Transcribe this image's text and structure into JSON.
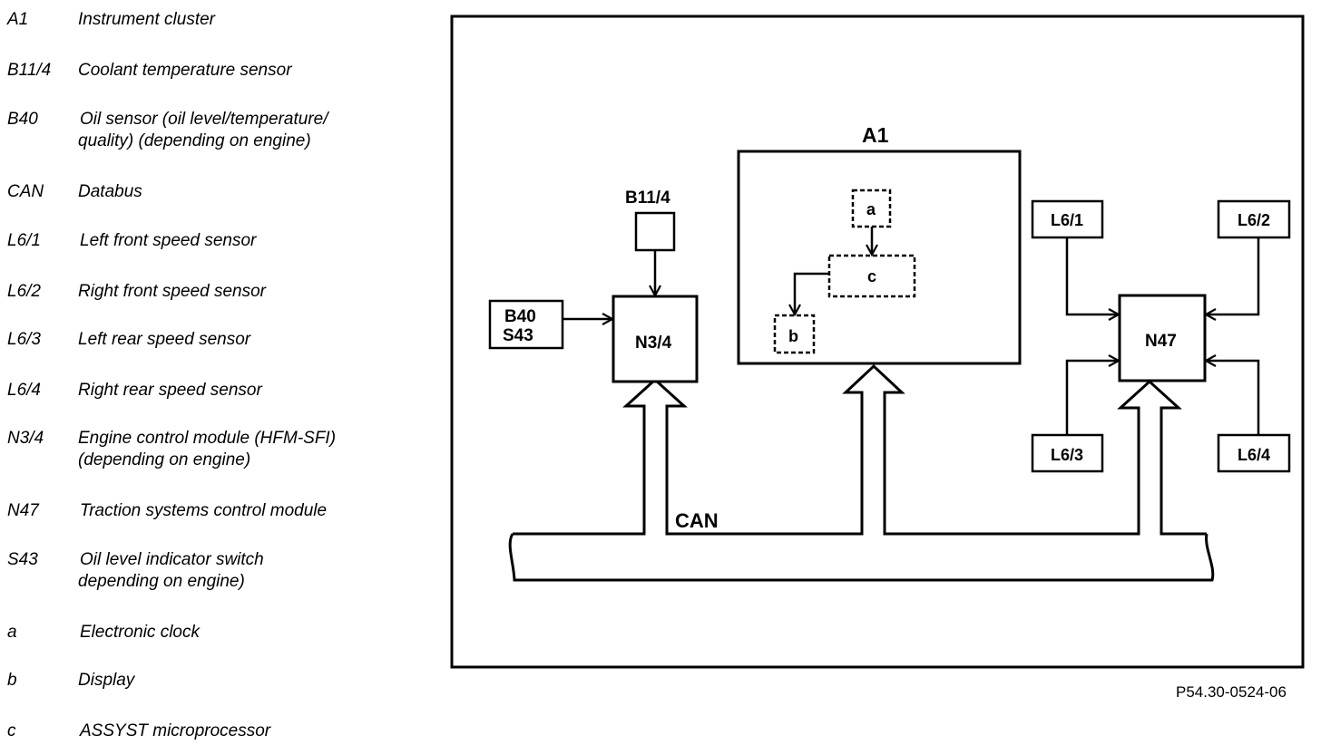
{
  "legend": [
    {
      "code": "A1",
      "description": [
        "Instrument cluster"
      ]
    },
    {
      "code": "B11/4",
      "description": [
        "Coolant temperature sensor"
      ]
    },
    {
      "code": "B40",
      "description": [
        "Oil sensor (oil level/temperature/",
        "quality) (depending on engine)"
      ]
    },
    {
      "code": "CAN",
      "description": [
        "Databus"
      ]
    },
    {
      "code": "L6/1",
      "description": [
        "Left front speed sensor"
      ]
    },
    {
      "code": "L6/2",
      "description": [
        "Right front speed sensor"
      ]
    },
    {
      "code": "L6/3",
      "description": [
        "Left rear speed sensor"
      ]
    },
    {
      "code": "L6/4",
      "description": [
        "Right rear speed sensor"
      ]
    },
    {
      "code": "N3/4",
      "description": [
        "Engine control module (HFM-SFI)",
        "(depending on engine)"
      ]
    },
    {
      "code": "N47",
      "description": [
        "Traction systems control module"
      ]
    },
    {
      "code": "S43",
      "description": [
        "Oil level indicator switch",
        "depending on engine)"
      ]
    },
    {
      "code": "a",
      "description": [
        "Electronic clock"
      ]
    },
    {
      "code": "b",
      "description": [
        "Display"
      ]
    },
    {
      "code": "c",
      "description": [
        "ASSYST microprocessor"
      ]
    }
  ],
  "diagram": {
    "labels": {
      "a1": "A1",
      "b11_4": "B11/4",
      "b40": "B40",
      "s43": "S43",
      "n3_4": "N3/4",
      "a": "a",
      "b": "b",
      "c": "c",
      "n47": "N47",
      "l6_1": "L6/1",
      "l6_2": "L6/2",
      "l6_3": "L6/3",
      "l6_4": "L6/4",
      "can": "CAN"
    }
  },
  "reference": "P54.30-0524-06"
}
